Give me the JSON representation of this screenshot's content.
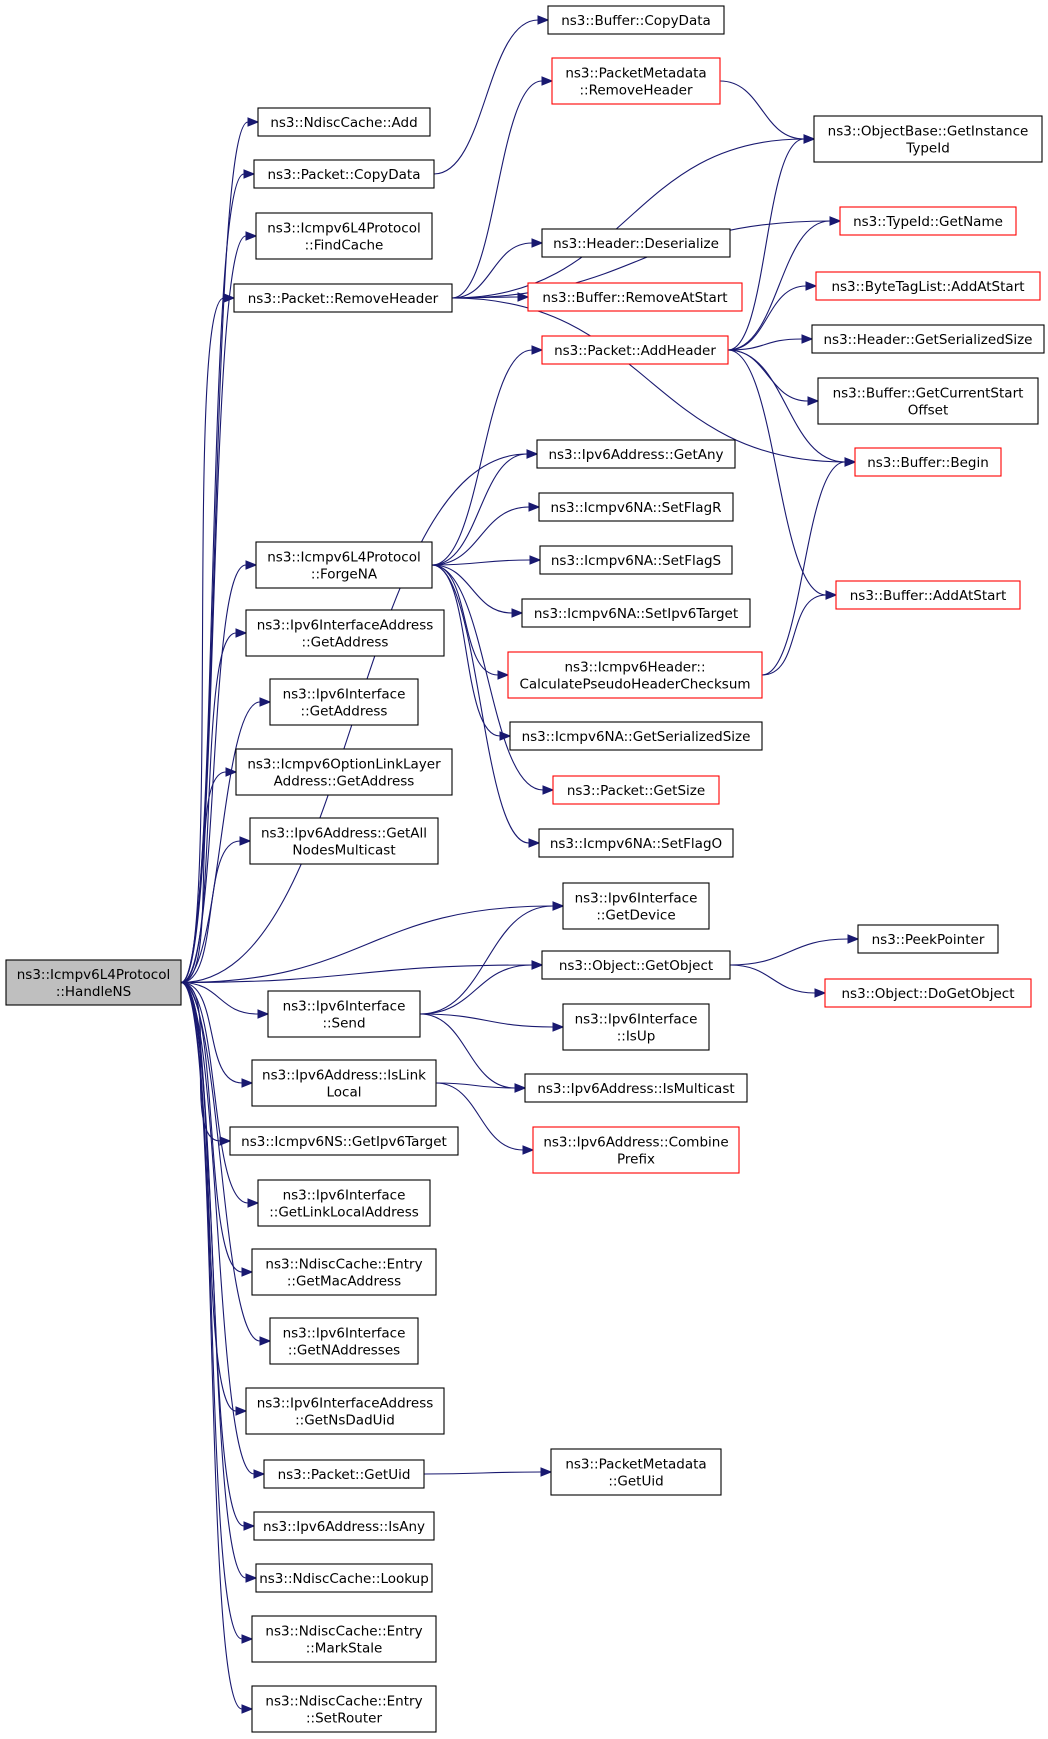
{
  "graph": {
    "colors": {
      "edge": "#191970",
      "node_border": "#000000",
      "truncated_border": "#ff0000",
      "root_fill": "#bfbfbf"
    },
    "nodes": [
      {
        "id": "root",
        "lines": [
          "ns3::Icmpv6L4Protocol",
          "::HandleNS"
        ],
        "style": "root"
      },
      {
        "id": "nd_add",
        "lines": [
          "ns3::NdiscCache::Add"
        ],
        "style": "normal"
      },
      {
        "id": "pkt_copydata",
        "lines": [
          "ns3::Packet::CopyData"
        ],
        "style": "normal"
      },
      {
        "id": "findcache",
        "lines": [
          "ns3::Icmpv6L4Protocol",
          "::FindCache"
        ],
        "style": "normal"
      },
      {
        "id": "pkt_removeheader",
        "lines": [
          "ns3::Packet::RemoveHeader"
        ],
        "style": "normal"
      },
      {
        "id": "forgena",
        "lines": [
          "ns3::Icmpv6L4Protocol",
          "::ForgeNA"
        ],
        "style": "normal"
      },
      {
        "id": "ifaddr_getaddr",
        "lines": [
          "ns3::Ipv6InterfaceAddress",
          "::GetAddress"
        ],
        "style": "normal"
      },
      {
        "id": "iface_getaddr",
        "lines": [
          "ns3::Ipv6Interface",
          "::GetAddress"
        ],
        "style": "normal"
      },
      {
        "id": "optlink_getaddr",
        "lines": [
          "ns3::Icmpv6OptionLinkLayer",
          "Address::GetAddress"
        ],
        "style": "normal"
      },
      {
        "id": "getallnodes",
        "lines": [
          "ns3::Ipv6Address::GetAll",
          "NodesMulticast"
        ],
        "style": "normal"
      },
      {
        "id": "iface_send",
        "lines": [
          "ns3::Ipv6Interface",
          "::Send"
        ],
        "style": "normal"
      },
      {
        "id": "islinklocal",
        "lines": [
          "ns3::Ipv6Address::IsLink",
          "Local"
        ],
        "style": "normal"
      },
      {
        "id": "ns_gettarget",
        "lines": [
          "ns3::Icmpv6NS::GetIpv6Target"
        ],
        "style": "normal"
      },
      {
        "id": "getlinklocal",
        "lines": [
          "ns3::Ipv6Interface",
          "::GetLinkLocalAddress"
        ],
        "style": "normal"
      },
      {
        "id": "entry_getmac",
        "lines": [
          "ns3::NdiscCache::Entry",
          "::GetMacAddress"
        ],
        "style": "normal"
      },
      {
        "id": "getnaddr",
        "lines": [
          "ns3::Ipv6Interface",
          "::GetNAddresses"
        ],
        "style": "normal"
      },
      {
        "id": "getnsdaduid",
        "lines": [
          "ns3::Ipv6InterfaceAddress",
          "::GetNsDadUid"
        ],
        "style": "normal"
      },
      {
        "id": "pkt_getuid",
        "lines": [
          "ns3::Packet::GetUid"
        ],
        "style": "normal"
      },
      {
        "id": "isany",
        "lines": [
          "ns3::Ipv6Address::IsAny"
        ],
        "style": "normal"
      },
      {
        "id": "nd_lookup",
        "lines": [
          "ns3::NdiscCache::Lookup"
        ],
        "style": "normal"
      },
      {
        "id": "entry_markstale",
        "lines": [
          "ns3::NdiscCache::Entry",
          "::MarkStale"
        ],
        "style": "normal"
      },
      {
        "id": "entry_setrouter",
        "lines": [
          "ns3::NdiscCache::Entry",
          "::SetRouter"
        ],
        "style": "normal"
      },
      {
        "id": "buf_copydata",
        "lines": [
          "ns3::Buffer::CopyData"
        ],
        "style": "normal"
      },
      {
        "id": "meta_removeheader",
        "lines": [
          "ns3::PacketMetadata",
          "::RemoveHeader"
        ],
        "style": "truncated"
      },
      {
        "id": "hdr_deserialize",
        "lines": [
          "ns3::Header::Deserialize"
        ],
        "style": "normal"
      },
      {
        "id": "buf_removeatstart",
        "lines": [
          "ns3::Buffer::RemoveAtStart"
        ],
        "style": "truncated"
      },
      {
        "id": "pkt_addheader",
        "lines": [
          "ns3::Packet::AddHeader"
        ],
        "style": "truncated"
      },
      {
        "id": "getany",
        "lines": [
          "ns3::Ipv6Address::GetAny"
        ],
        "style": "normal"
      },
      {
        "id": "na_setflagr",
        "lines": [
          "ns3::Icmpv6NA::SetFlagR"
        ],
        "style": "normal"
      },
      {
        "id": "na_setflags",
        "lines": [
          "ns3::Icmpv6NA::SetFlagS"
        ],
        "style": "normal"
      },
      {
        "id": "na_settarget",
        "lines": [
          "ns3::Icmpv6NA::SetIpv6Target"
        ],
        "style": "normal"
      },
      {
        "id": "calcpseudo",
        "lines": [
          "ns3::Icmpv6Header::",
          "CalculatePseudoHeaderChecksum"
        ],
        "style": "truncated"
      },
      {
        "id": "na_getsersize",
        "lines": [
          "ns3::Icmpv6NA::GetSerializedSize"
        ],
        "style": "normal"
      },
      {
        "id": "pkt_getsize",
        "lines": [
          "ns3::Packet::GetSize"
        ],
        "style": "truncated"
      },
      {
        "id": "na_setflago",
        "lines": [
          "ns3::Icmpv6NA::SetFlagO"
        ],
        "style": "normal"
      },
      {
        "id": "iface_getdevice",
        "lines": [
          "ns3::Ipv6Interface",
          "::GetDevice"
        ],
        "style": "normal"
      },
      {
        "id": "obj_getobject",
        "lines": [
          "ns3::Object::GetObject"
        ],
        "style": "normal"
      },
      {
        "id": "iface_isup",
        "lines": [
          "ns3::Ipv6Interface",
          "::IsUp"
        ],
        "style": "normal"
      },
      {
        "id": "ismulticast",
        "lines": [
          "ns3::Ipv6Address::IsMulticast"
        ],
        "style": "normal"
      },
      {
        "id": "combineprefix",
        "lines": [
          "ns3::Ipv6Address::Combine",
          "Prefix"
        ],
        "style": "truncated"
      },
      {
        "id": "meta_getuid",
        "lines": [
          "ns3::PacketMetadata",
          "::GetUid"
        ],
        "style": "normal"
      },
      {
        "id": "objbase_gettypeid",
        "lines": [
          "ns3::ObjectBase::GetInstance",
          "TypeId"
        ],
        "style": "normal"
      },
      {
        "id": "typeid_getname",
        "lines": [
          "ns3::TypeId::GetName"
        ],
        "style": "truncated"
      },
      {
        "id": "bytetag_addatstart",
        "lines": [
          "ns3::ByteTagList::AddAtStart"
        ],
        "style": "truncated"
      },
      {
        "id": "hdr_getsersize",
        "lines": [
          "ns3::Header::GetSerializedSize"
        ],
        "style": "normal"
      },
      {
        "id": "buf_getcurstart",
        "lines": [
          "ns3::Buffer::GetCurrentStart",
          "Offset"
        ],
        "style": "normal"
      },
      {
        "id": "buf_begin",
        "lines": [
          "ns3::Buffer::Begin"
        ],
        "style": "truncated"
      },
      {
        "id": "buf_addatstart",
        "lines": [
          "ns3::Buffer::AddAtStart"
        ],
        "style": "truncated"
      },
      {
        "id": "peekpointer",
        "lines": [
          "ns3::PeekPointer"
        ],
        "style": "normal"
      },
      {
        "id": "obj_dogetobject",
        "lines": [
          "ns3::Object::DoGetObject"
        ],
        "style": "truncated"
      }
    ],
    "edges": [
      [
        "root",
        "nd_add"
      ],
      [
        "root",
        "pkt_copydata"
      ],
      [
        "root",
        "findcache"
      ],
      [
        "root",
        "pkt_removeheader"
      ],
      [
        "root",
        "getany"
      ],
      [
        "root",
        "forgena"
      ],
      [
        "root",
        "ifaddr_getaddr"
      ],
      [
        "root",
        "iface_getaddr"
      ],
      [
        "root",
        "optlink_getaddr"
      ],
      [
        "root",
        "getallnodes"
      ],
      [
        "root",
        "iface_getdevice"
      ],
      [
        "root",
        "obj_getobject"
      ],
      [
        "root",
        "iface_send"
      ],
      [
        "root",
        "islinklocal"
      ],
      [
        "root",
        "ns_gettarget"
      ],
      [
        "root",
        "getlinklocal"
      ],
      [
        "root",
        "entry_getmac"
      ],
      [
        "root",
        "getnaddr"
      ],
      [
        "root",
        "getnsdaduid"
      ],
      [
        "root",
        "pkt_getuid"
      ],
      [
        "root",
        "isany"
      ],
      [
        "root",
        "nd_lookup"
      ],
      [
        "root",
        "entry_markstale"
      ],
      [
        "root",
        "entry_setrouter"
      ],
      [
        "pkt_copydata",
        "buf_copydata"
      ],
      [
        "pkt_removeheader",
        "meta_removeheader"
      ],
      [
        "pkt_removeheader",
        "objbase_gettypeid"
      ],
      [
        "pkt_removeheader",
        "typeid_getname"
      ],
      [
        "pkt_removeheader",
        "hdr_deserialize"
      ],
      [
        "pkt_removeheader",
        "buf_removeatstart"
      ],
      [
        "pkt_removeheader",
        "buf_begin"
      ],
      [
        "meta_removeheader",
        "objbase_gettypeid"
      ],
      [
        "pkt_addheader",
        "objbase_gettypeid"
      ],
      [
        "pkt_addheader",
        "typeid_getname"
      ],
      [
        "pkt_addheader",
        "bytetag_addatstart"
      ],
      [
        "pkt_addheader",
        "hdr_getsersize"
      ],
      [
        "pkt_addheader",
        "buf_getcurstart"
      ],
      [
        "pkt_addheader",
        "buf_begin"
      ],
      [
        "pkt_addheader",
        "buf_addatstart"
      ],
      [
        "forgena",
        "pkt_addheader"
      ],
      [
        "forgena",
        "getany"
      ],
      [
        "forgena",
        "na_setflagr"
      ],
      [
        "forgena",
        "na_setflags"
      ],
      [
        "forgena",
        "na_settarget"
      ],
      [
        "forgena",
        "calcpseudo"
      ],
      [
        "forgena",
        "na_getsersize"
      ],
      [
        "forgena",
        "pkt_getsize"
      ],
      [
        "forgena",
        "na_setflago"
      ],
      [
        "calcpseudo",
        "buf_addatstart"
      ],
      [
        "calcpseudo",
        "buf_begin"
      ],
      [
        "iface_send",
        "iface_getdevice"
      ],
      [
        "iface_send",
        "obj_getobject"
      ],
      [
        "iface_send",
        "iface_isup"
      ],
      [
        "iface_send",
        "ismulticast"
      ],
      [
        "islinklocal",
        "ismulticast"
      ],
      [
        "islinklocal",
        "combineprefix"
      ],
      [
        "obj_getobject",
        "peekpointer"
      ],
      [
        "obj_getobject",
        "obj_dogetobject"
      ],
      [
        "pkt_getuid",
        "meta_getuid"
      ]
    ]
  }
}
